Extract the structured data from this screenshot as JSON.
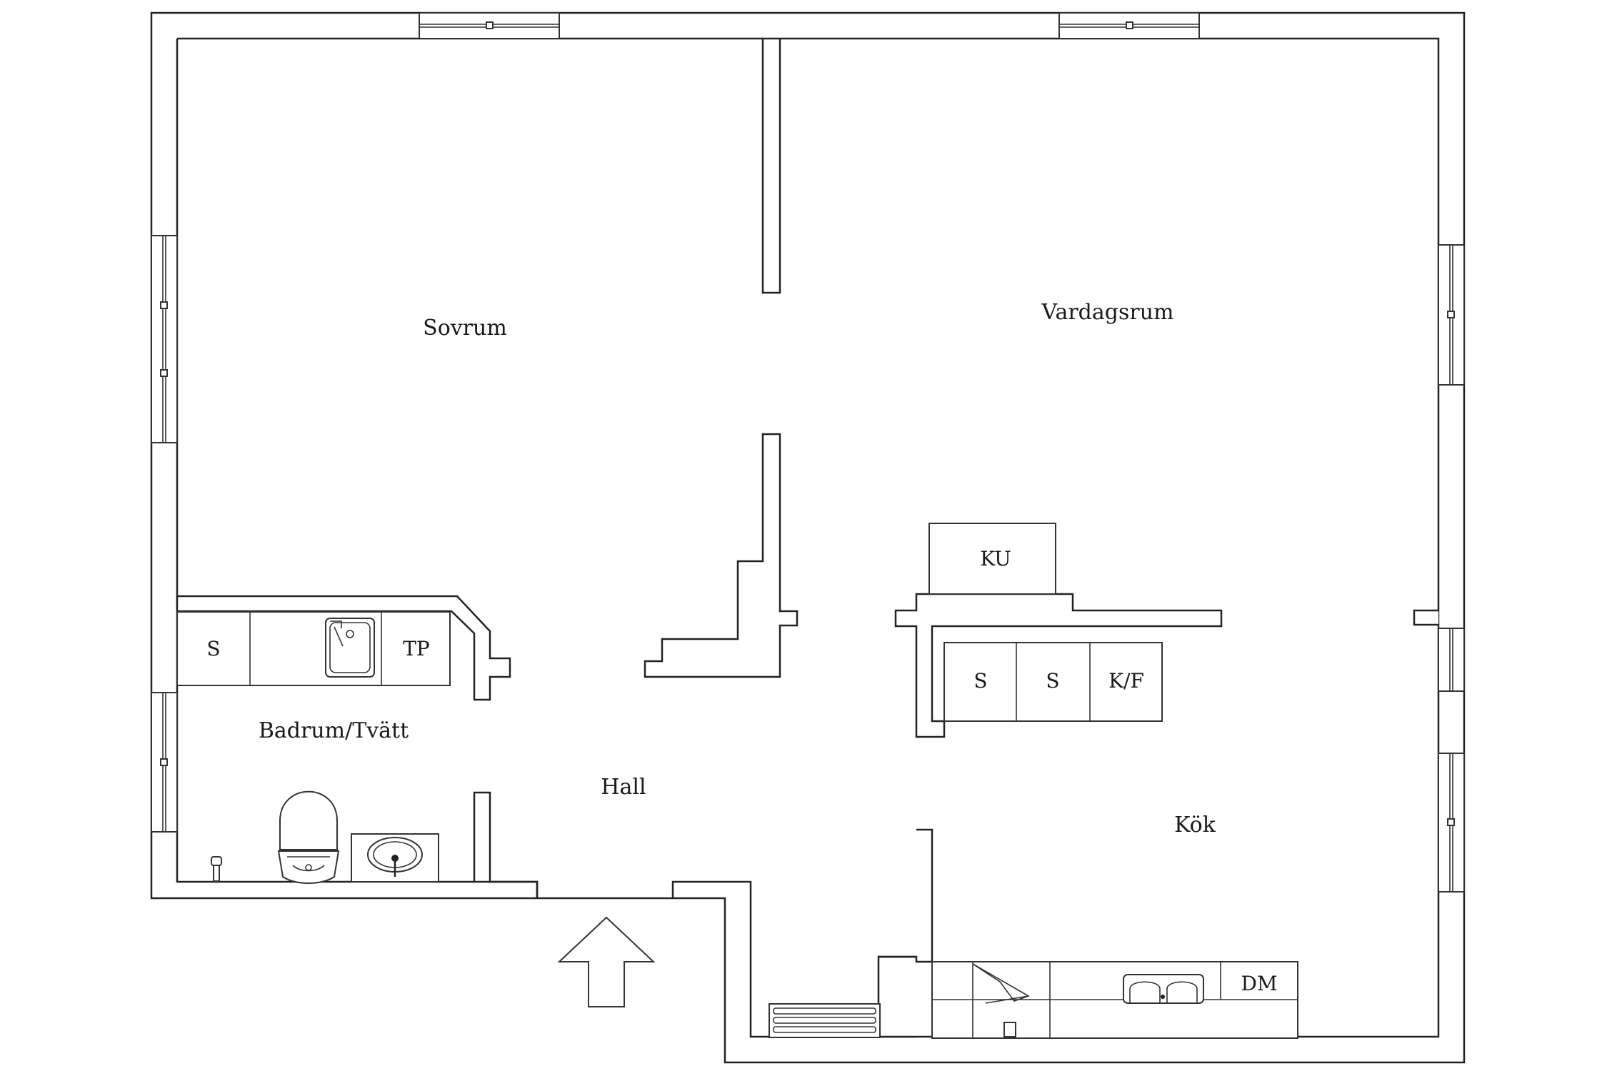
{
  "rooms": {
    "sovrum": "Sovrum",
    "vardagsrum": "Vardagsrum",
    "badrum": "Badrum/Tvätt",
    "hall": "Hall",
    "kok": "Kök"
  },
  "fixtures": {
    "bath_s": "S",
    "bath_tp": "TP",
    "ku": "KU",
    "kitchen_s1": "S",
    "kitchen_s2": "S",
    "kf": "K/F",
    "dm": "DM"
  },
  "icons": [
    "entrance-arrow-icon",
    "toilet-icon",
    "washbasin-icon",
    "kitchen-sink-icon",
    "radiator-icon",
    "window-icon",
    "stove-icon",
    "tap-icon"
  ]
}
